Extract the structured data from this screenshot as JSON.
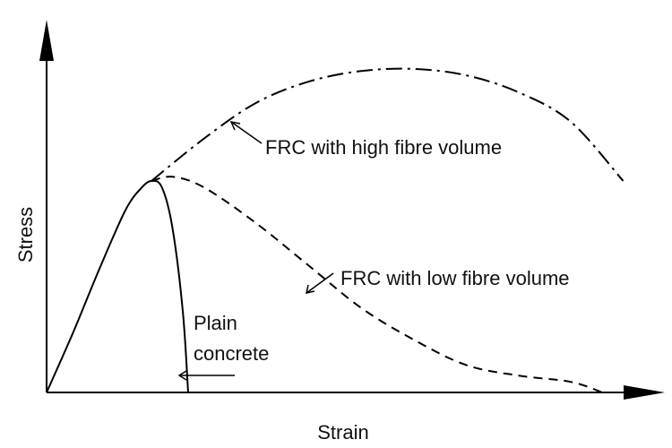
{
  "chart_data": {
    "type": "line",
    "title": "",
    "xlabel": "Strain",
    "ylabel": "Stress",
    "grid": false,
    "axes_style": "arrowed, no tick labels",
    "series": [
      {
        "name": "Plain concrete",
        "line_style": "solid",
        "x": [
          0,
          0.25,
          0.5,
          0.75,
          0.9,
          1.0,
          1.1,
          1.2,
          1.3,
          1.35
        ],
        "y": [
          0,
          0.28,
          0.58,
          0.86,
          0.965,
          1.0,
          0.97,
          0.78,
          0.38,
          0
        ]
      },
      {
        "name": "FRC with low fibre volume",
        "line_style": "dashed",
        "x": [
          1.0,
          1.2,
          1.5,
          2.0,
          2.5,
          3.0,
          3.5,
          4.0,
          4.5,
          5.0,
          5.3
        ],
        "y": [
          1.0,
          1.02,
          0.97,
          0.8,
          0.6,
          0.4,
          0.25,
          0.13,
          0.08,
          0.05,
          0
        ]
      },
      {
        "name": "FRC with high fibre volume",
        "line_style": "dash-dot",
        "x": [
          1.0,
          1.5,
          2.0,
          2.5,
          3.0,
          3.5,
          4.0,
          4.5,
          5.0,
          5.5
        ],
        "y": [
          1.0,
          1.2,
          1.37,
          1.47,
          1.52,
          1.53,
          1.5,
          1.42,
          1.28,
          1.0
        ]
      }
    ],
    "annotations": [
      {
        "text": "FRC with high fibre volume",
        "points_to": "FRC with high fibre volume"
      },
      {
        "text": "FRC with low fibre volume",
        "points_to": "FRC with low fibre volume"
      },
      {
        "text_lines": [
          "Plain",
          "concrete"
        ],
        "points_to": "Plain concrete"
      }
    ]
  }
}
